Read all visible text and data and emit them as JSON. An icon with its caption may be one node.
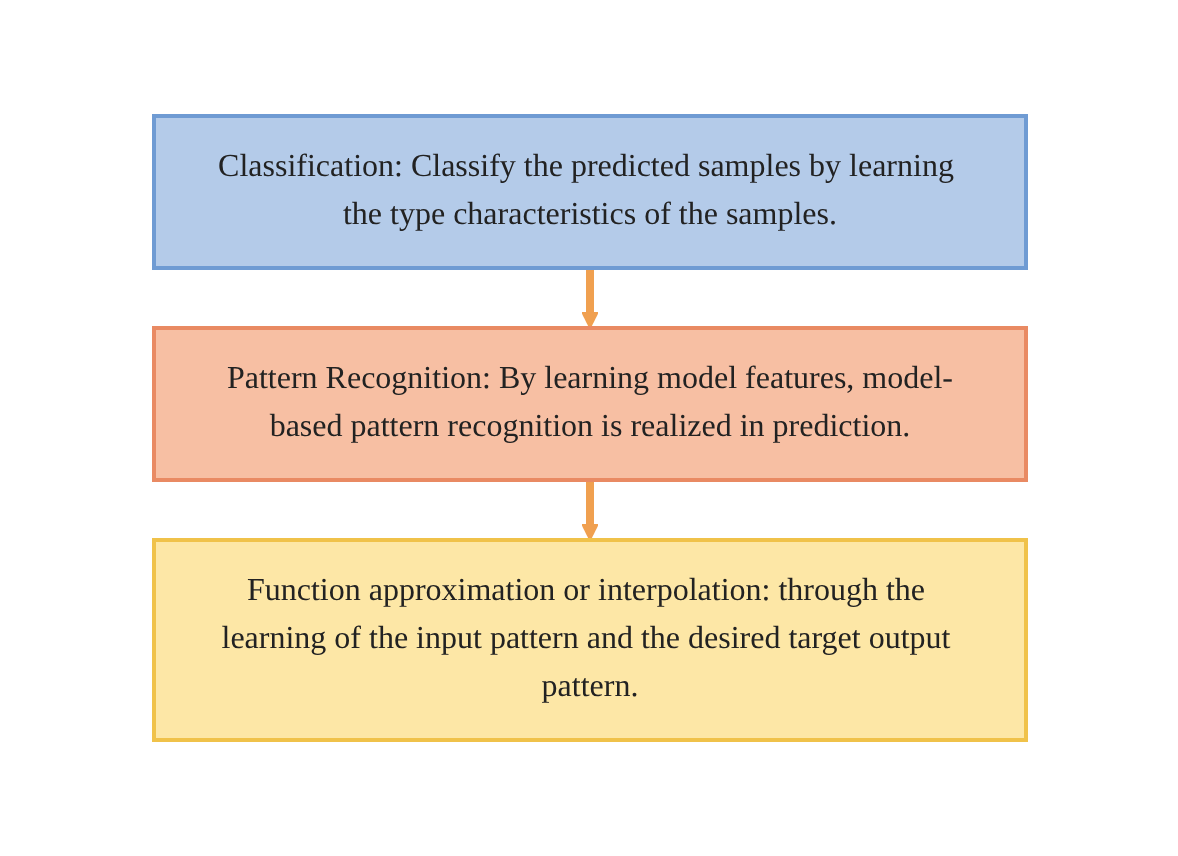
{
  "diagram": {
    "nodes": [
      {
        "text": [
          "Classification: Classify the predicted samples by learning the type characteristics of the samples."
        ]
      },
      {
        "text": [
          "Pattern Recognition: By learning model features, model-based pattern recognition is realized in prediction."
        ]
      },
      {
        "text": [
          "Function approximation or interpolation: through the learning of the input pattern and the desired target output pattern."
        ]
      }
    ],
    "edges": [
      {
        "from": 0,
        "to": 1,
        "arrow": "to"
      },
      {
        "from": 1,
        "to": 2,
        "arrow": "to"
      }
    ]
  }
}
